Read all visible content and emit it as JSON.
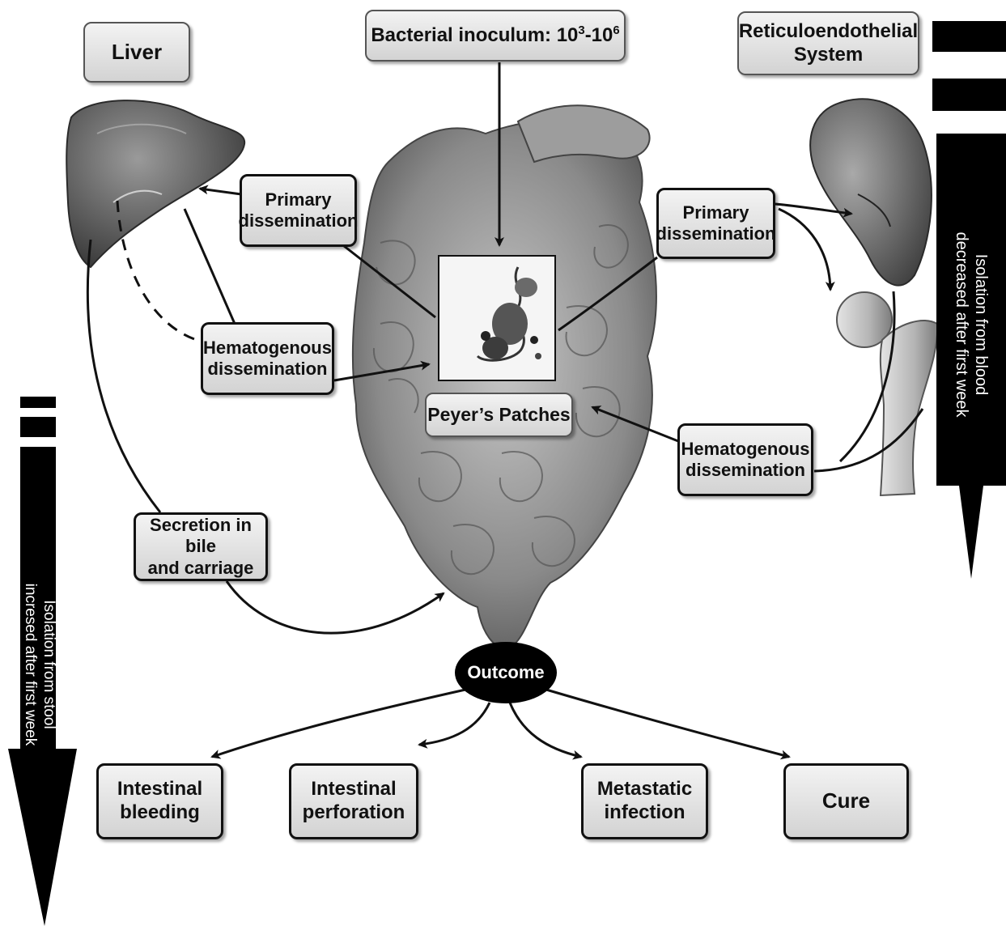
{
  "figure": {
    "labels": {
      "liver": "Liver",
      "inoculum_prefix": "Bacterial inoculum: 10",
      "inoculum_exp1": "3",
      "inoculum_mid": "-10",
      "inoculum_exp2": "6",
      "res": "Reticuloendothelial\nSystem",
      "primary_left": "Primary\ndissemination",
      "primary_right": "Primary\ndissemination",
      "hemato_left": "Hematogenous\ndissemination",
      "hemato_right": "Hematogenous\ndissemination",
      "peyers": "Peyer’s Patches",
      "secretion": "Secretion in bile\nand carriage",
      "outcome": "Outcome",
      "out_bleeding": "Intestinal\nbleeding",
      "out_perforation": "Intestinal\nperforation",
      "out_metastatic": "Metastatic\ninfection",
      "out_cure": "Cure"
    },
    "side_arrows": {
      "right_text": "Isolation from blood\ndecreased after first week",
      "left_text": "Isolation from stool\nincresed after first week"
    },
    "illustrations": [
      "liver-illustration",
      "intestine-illustration",
      "peyers-patch-micrograph",
      "spleen-illustration",
      "femur-illustration"
    ]
  }
}
